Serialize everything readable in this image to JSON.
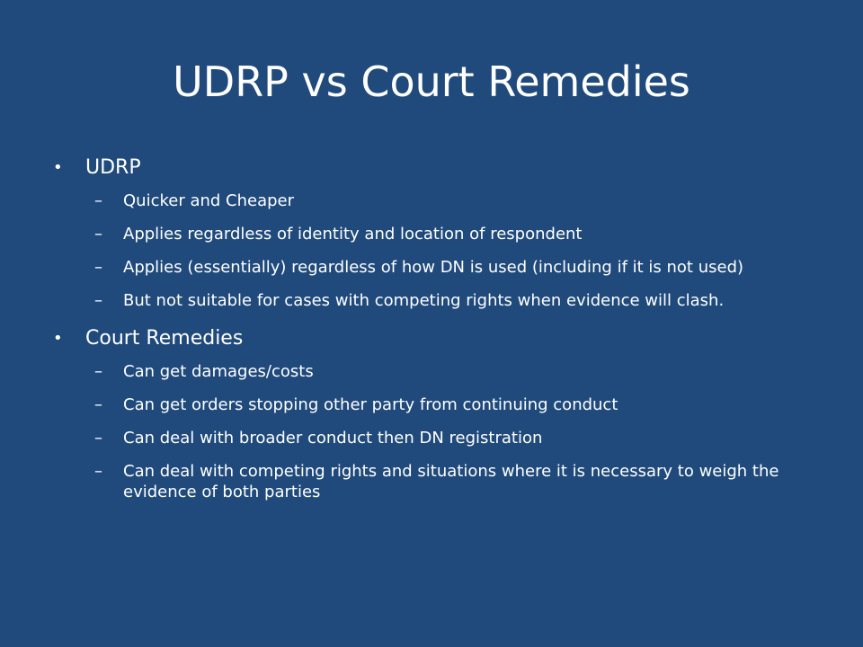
{
  "slide": {
    "title": "UDRP vs Court Remedies",
    "bullets": [
      {
        "label": "UDRP",
        "subitems": [
          "Quicker and Cheaper",
          "Applies regardless of identity and location of respondent",
          "Applies (essentially) regardless of how DN is used (including if it is not used)",
          "But not suitable for cases with competing rights when evidence will clash."
        ]
      },
      {
        "label": "Court Remedies",
        "subitems": [
          "Can get damages/costs",
          "Can get orders stopping other party from continuing conduct",
          "Can deal with broader conduct then DN registration",
          "Can deal with competing rights and situations where it is necessary to weigh the evidence of both parties"
        ]
      }
    ]
  }
}
